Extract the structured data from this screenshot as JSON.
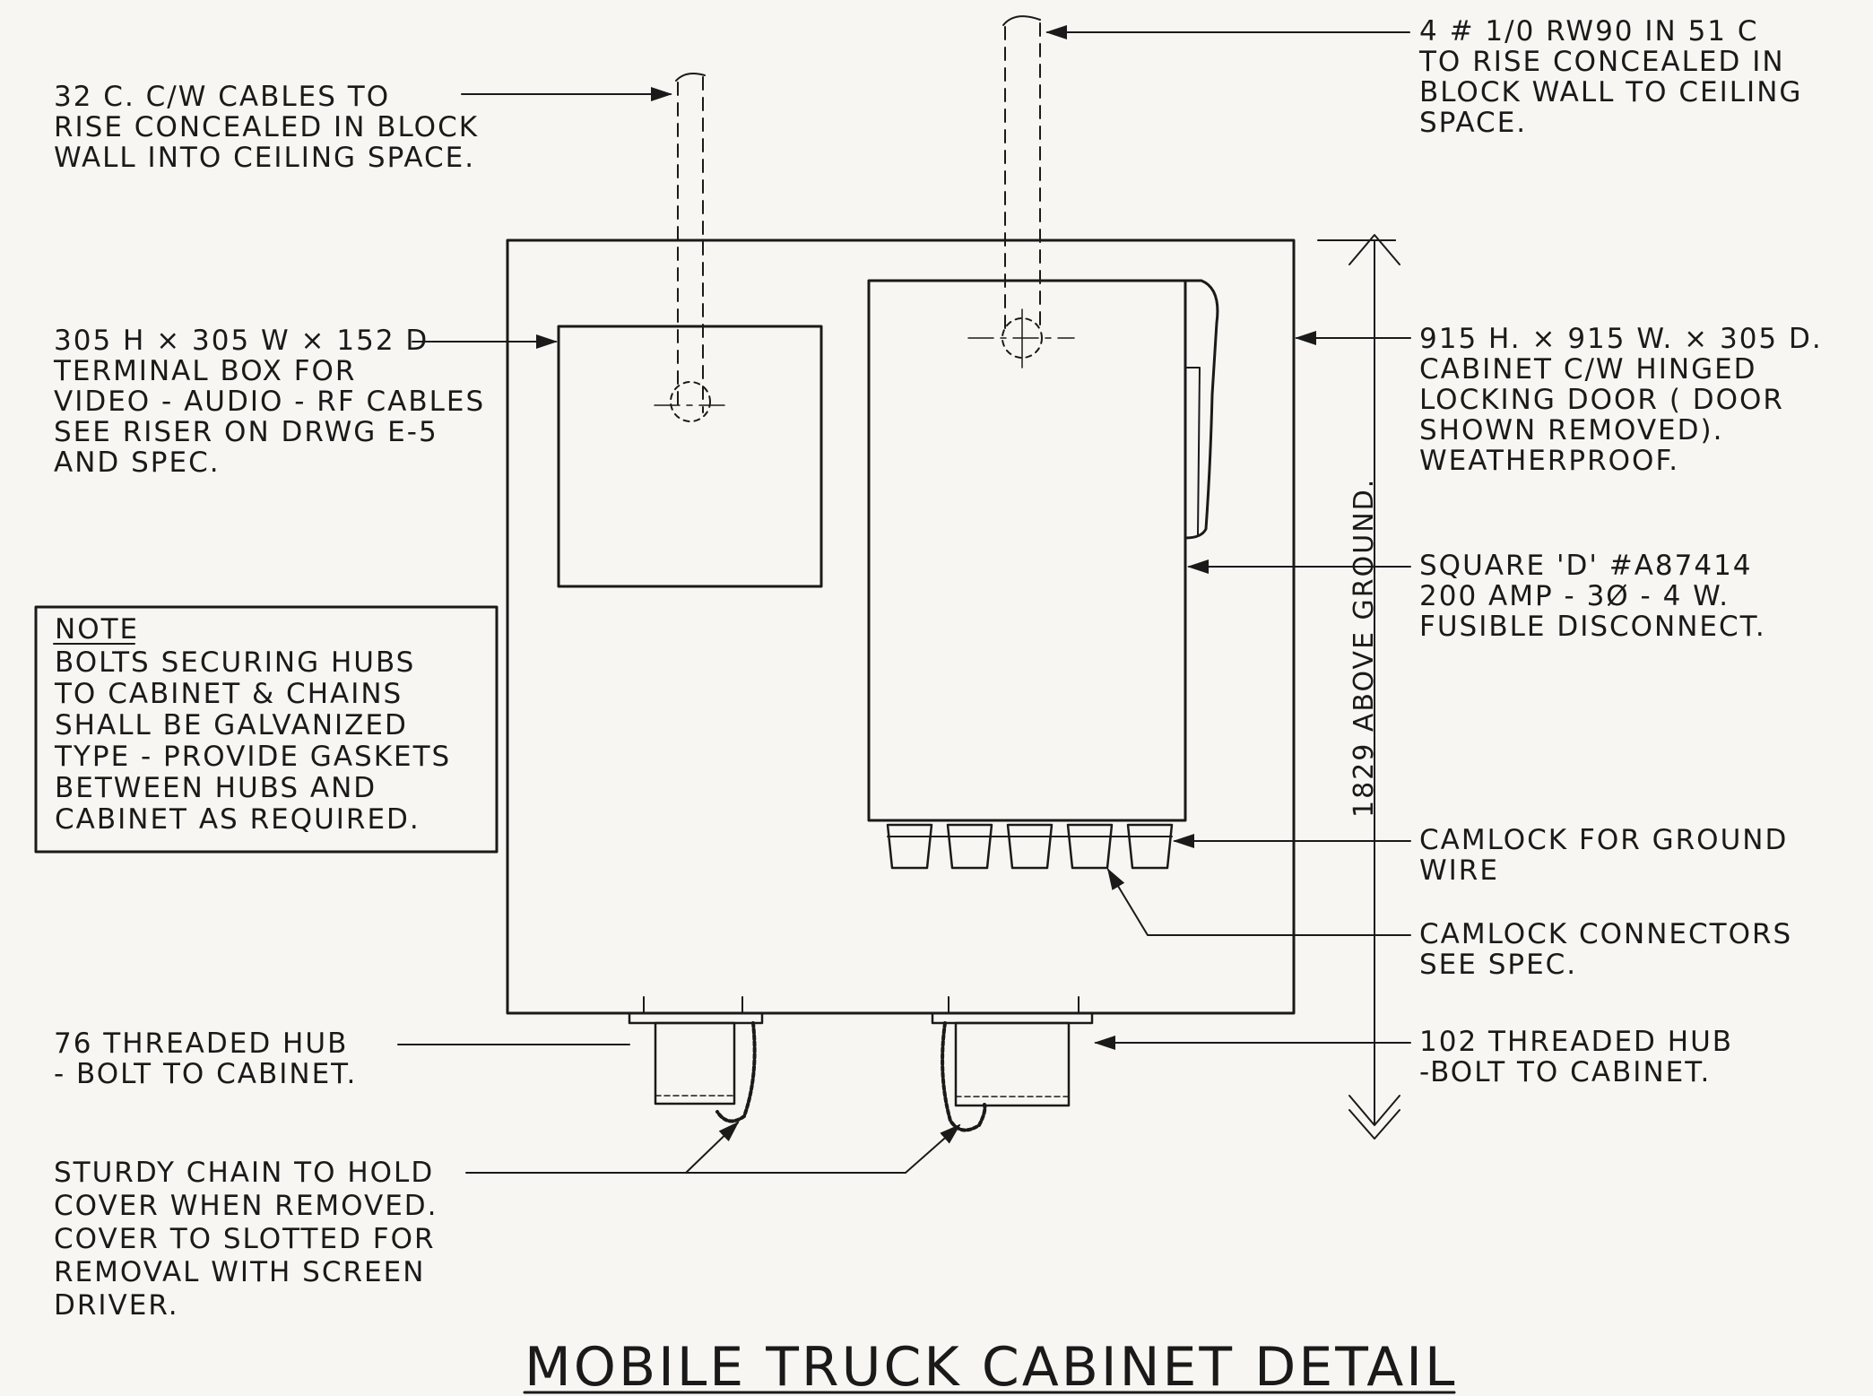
{
  "title": "MOBILE TRUCK CABINET DETAIL",
  "annotations": {
    "cables_riser": [
      "32 C. C/W CABLES TO",
      "RISE CONCEALED IN BLOCK",
      "WALL INTO CEILING SPACE."
    ],
    "rw90_riser": [
      "4 # 1/0 RW90 IN 51 C",
      "TO RISE CONCEALED IN",
      "BLOCK WALL TO CEILING",
      "SPACE."
    ],
    "terminal_box": [
      "305 H × 305 W × 152 D",
      "TERMINAL BOX FOR",
      "VIDEO - AUDIO - RF CABLES",
      "SEE RISER ON DRWG E-5",
      "AND SPEC."
    ],
    "cabinet": [
      "915 H. × 915 W. × 305 D.",
      "CABINET C/W HINGED",
      "LOCKING DOOR ( DOOR",
      "SHOWN REMOVED).",
      "WEATHERPROOF."
    ],
    "disconnect": [
      "SQUARE 'D' #A87414",
      "200 AMP - 3Ø - 4 W.",
      "FUSIBLE DISCONNECT."
    ],
    "camlock_ground": [
      "CAMLOCK FOR GROUND",
      "WIRE"
    ],
    "camlock_connectors": [
      "CAMLOCK CONNECTORS",
      "SEE SPEC."
    ],
    "hub_76": [
      "76 THREADED HUB",
      "- BOLT TO CABINET."
    ],
    "hub_102": [
      "102 THREADED HUB",
      "-BOLT TO CABINET."
    ],
    "chain": [
      "STURDY CHAIN TO HOLD",
      "COVER WHEN REMOVED.",
      "COVER TO SLOTTED FOR",
      "REMOVAL WITH SCREEN",
      "DRIVER."
    ],
    "note": {
      "heading": "NOTE",
      "lines": [
        "BOLTS SECURING HUBS",
        "TO CABINET & CHAINS",
        "SHALL BE GALVANIZED",
        "TYPE - PROVIDE GASKETS",
        "BETWEEN HUBS AND",
        "CABINET AS REQUIRED."
      ]
    },
    "height_dimension": "1829 ABOVE GROUND."
  },
  "colors": {
    "ink": "#1a1a1a",
    "paper": "#f7f6f2"
  }
}
